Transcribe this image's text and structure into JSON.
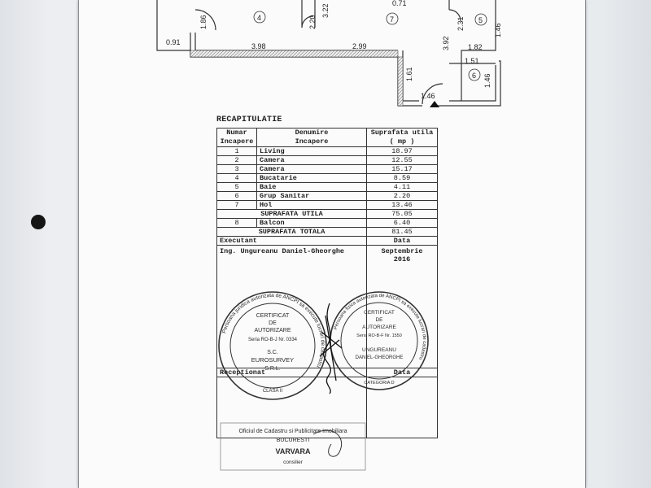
{
  "floor_plan": {
    "rooms": [
      "4",
      "7",
      "5",
      "6"
    ],
    "dimensions": [
      "1.86",
      "3.22",
      "0.71",
      "2.20",
      "2.31",
      "1.46",
      "0.91",
      "3.98",
      "2.99",
      "3.92",
      "1.82",
      "1.51",
      "1.61",
      "1.46",
      "1.46"
    ]
  },
  "recap": {
    "title": "RECAPITULATIE",
    "headers": {
      "col1": [
        "Numar",
        "Incapere"
      ],
      "col2": [
        "Denumire",
        "Incapere"
      ],
      "col3": [
        "Suprafata utila",
        "( mp )"
      ]
    },
    "rows": [
      {
        "num": "1",
        "name": "Living",
        "area": "18.97"
      },
      {
        "num": "2",
        "name": "Camera",
        "area": "12.55"
      },
      {
        "num": "3",
        "name": "Camera",
        "area": "15.17"
      },
      {
        "num": "4",
        "name": "Bucatarie",
        "area": "8.59"
      },
      {
        "num": "5",
        "name": "Baie",
        "area": "4.11"
      },
      {
        "num": "6",
        "name": "Grup Sanitar",
        "area": "2.20"
      },
      {
        "num": "7",
        "name": "Hol",
        "area": "13.46"
      }
    ],
    "suprafata_utila": {
      "label": "SUPRAFATA UTILA",
      "value": "75.05"
    },
    "balcon": {
      "num": "8",
      "name": "Balcon",
      "area": "6.40"
    },
    "suprafata_totala": {
      "label": "SUPRAFATA TOTALA",
      "value": "81.45"
    },
    "executant": {
      "label": "Executant",
      "date_label": "Data",
      "name": "Ing. Ungureanu Daniel-Gheorghe",
      "date": [
        "Septembrie",
        "2016"
      ]
    },
    "receptionat": {
      "label": "Receptionat",
      "date_label": "Data"
    }
  },
  "stamps": {
    "company": {
      "ring": "Persoana juridica autorizata de ANCPI sa execute lucrari de cadastru",
      "lines": [
        "CERTIFICAT",
        "DE",
        "AUTORIZARE",
        "Seria RO-B-J Nr. 0334",
        "S.C.",
        "EUROSURVEY",
        "S.R.L."
      ],
      "footer": "CLASA II"
    },
    "person": {
      "ring": "Persoana fizica autorizata de ANCPI sa execute lucrari de cadastru",
      "lines": [
        "CERTIFICAT",
        "DE",
        "AUTORIZARE",
        "Seria RO-B-F Nr. 1550",
        "UNGUREANU",
        "DANIEL-GHEORGHE"
      ],
      "footer": "CATEGORIA D"
    },
    "office": {
      "lines": [
        "Oficiul de Cadastru si Publicitate Imobiliara",
        "BUCURESTI",
        "VARVARA",
        "consilier"
      ]
    }
  },
  "colors": {
    "paper": "#fbfbfc",
    "ink": "#1c1c1c",
    "background": "#e9ebee"
  }
}
